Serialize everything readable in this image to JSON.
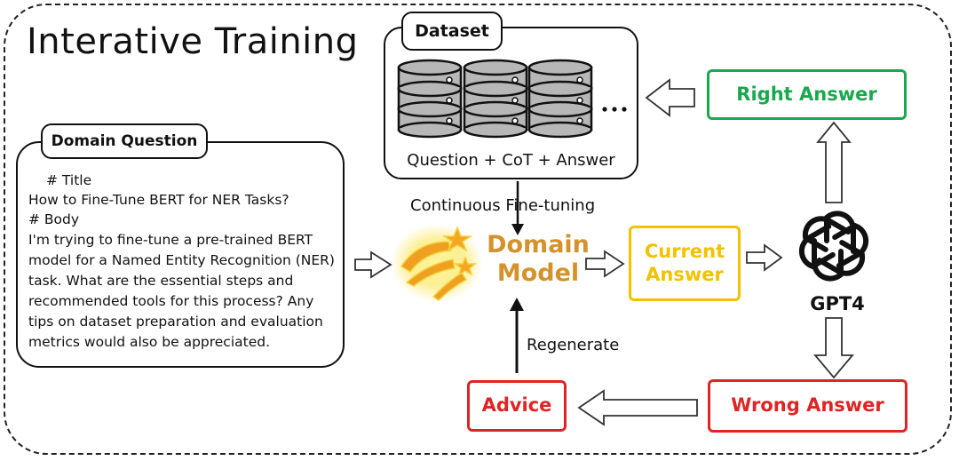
{
  "title": "Interative Training",
  "domain_question": {
    "header": "Domain Question",
    "lines": [
      "# Title",
      "How to Fine-Tune BERT for NER Tasks?",
      "# Body",
      "I'm trying to fine-tune a pre-trained BERT",
      "model for a Named Entity Recognition (NER)",
      "task. What are the essential steps and",
      "recommended tools for this process? Any",
      "tips on dataset preparation and evaluation",
      "metrics would also be appreciated."
    ]
  },
  "dataset": {
    "header": "Dataset",
    "caption": "Question + CoT + Answer",
    "ellipsis": "…"
  },
  "labels": {
    "continuous_finetuning": "Continuous Fine-tuning",
    "regenerate": "Regenerate"
  },
  "domain_model": {
    "line1": "Domain",
    "line2": "Model"
  },
  "current_answer": {
    "line1": "Current",
    "line2": "Answer"
  },
  "gpt": {
    "label": "GPT4",
    "icon": "openai-logo-icon"
  },
  "right_answer": "Right Answer",
  "wrong_answer": "Wrong Answer",
  "advice": "Advice",
  "colors": {
    "green": "#1aa84f",
    "yellow": "#f2c200",
    "red": "#e02424",
    "model_orange": "#d4922c",
    "database_gray": "#b7b7b7"
  }
}
